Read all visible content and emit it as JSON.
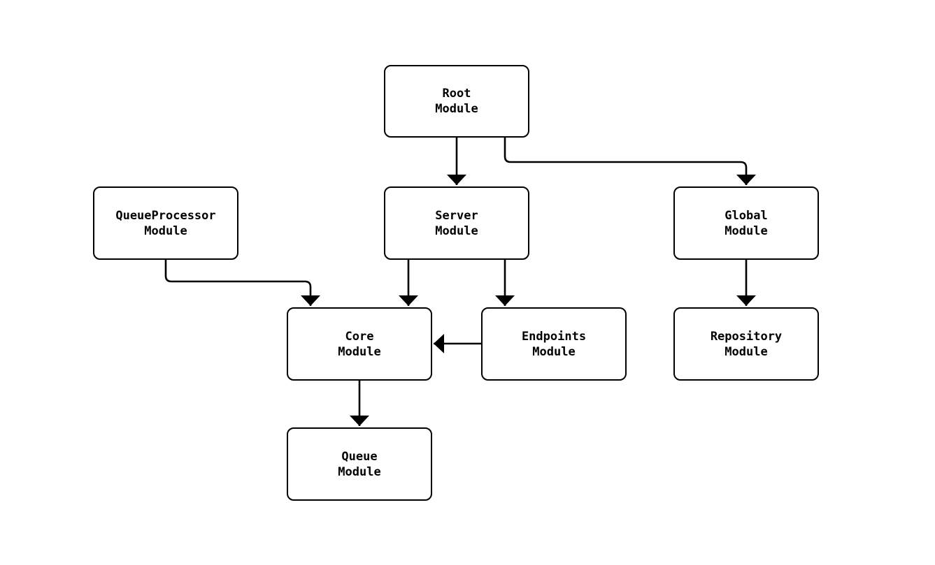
{
  "diagram": {
    "type": "module-dependency-flowchart",
    "colors": {
      "background": "#ffffff",
      "node_fill": "#ffffff",
      "node_border": "#000000",
      "edge_stroke": "#000000",
      "text": "#000000"
    },
    "nodes": [
      {
        "id": "root",
        "lines": [
          "Root",
          "Module"
        ]
      },
      {
        "id": "server",
        "lines": [
          "Server",
          "Module"
        ]
      },
      {
        "id": "queueprocessor",
        "lines": [
          "QueueProcessor",
          "Module"
        ]
      },
      {
        "id": "global",
        "lines": [
          "Global",
          "Module"
        ]
      },
      {
        "id": "core",
        "lines": [
          "Core",
          "Module"
        ]
      },
      {
        "id": "endpoints",
        "lines": [
          "Endpoints",
          "Module"
        ]
      },
      {
        "id": "repository",
        "lines": [
          "Repository",
          "Module"
        ]
      },
      {
        "id": "queue",
        "lines": [
          "Queue",
          "Module"
        ]
      }
    ],
    "edges": [
      {
        "from": "Root Module",
        "to": "Server Module"
      },
      {
        "from": "Root Module",
        "to": "Global Module"
      },
      {
        "from": "QueueProcessor Module",
        "to": "Core Module"
      },
      {
        "from": "Server Module",
        "to": "Core Module"
      },
      {
        "from": "Server Module",
        "to": "Endpoints Module"
      },
      {
        "from": "Endpoints Module",
        "to": "Core Module"
      },
      {
        "from": "Global Module",
        "to": "Repository Module"
      },
      {
        "from": "Core Module",
        "to": "Queue Module"
      }
    ]
  }
}
